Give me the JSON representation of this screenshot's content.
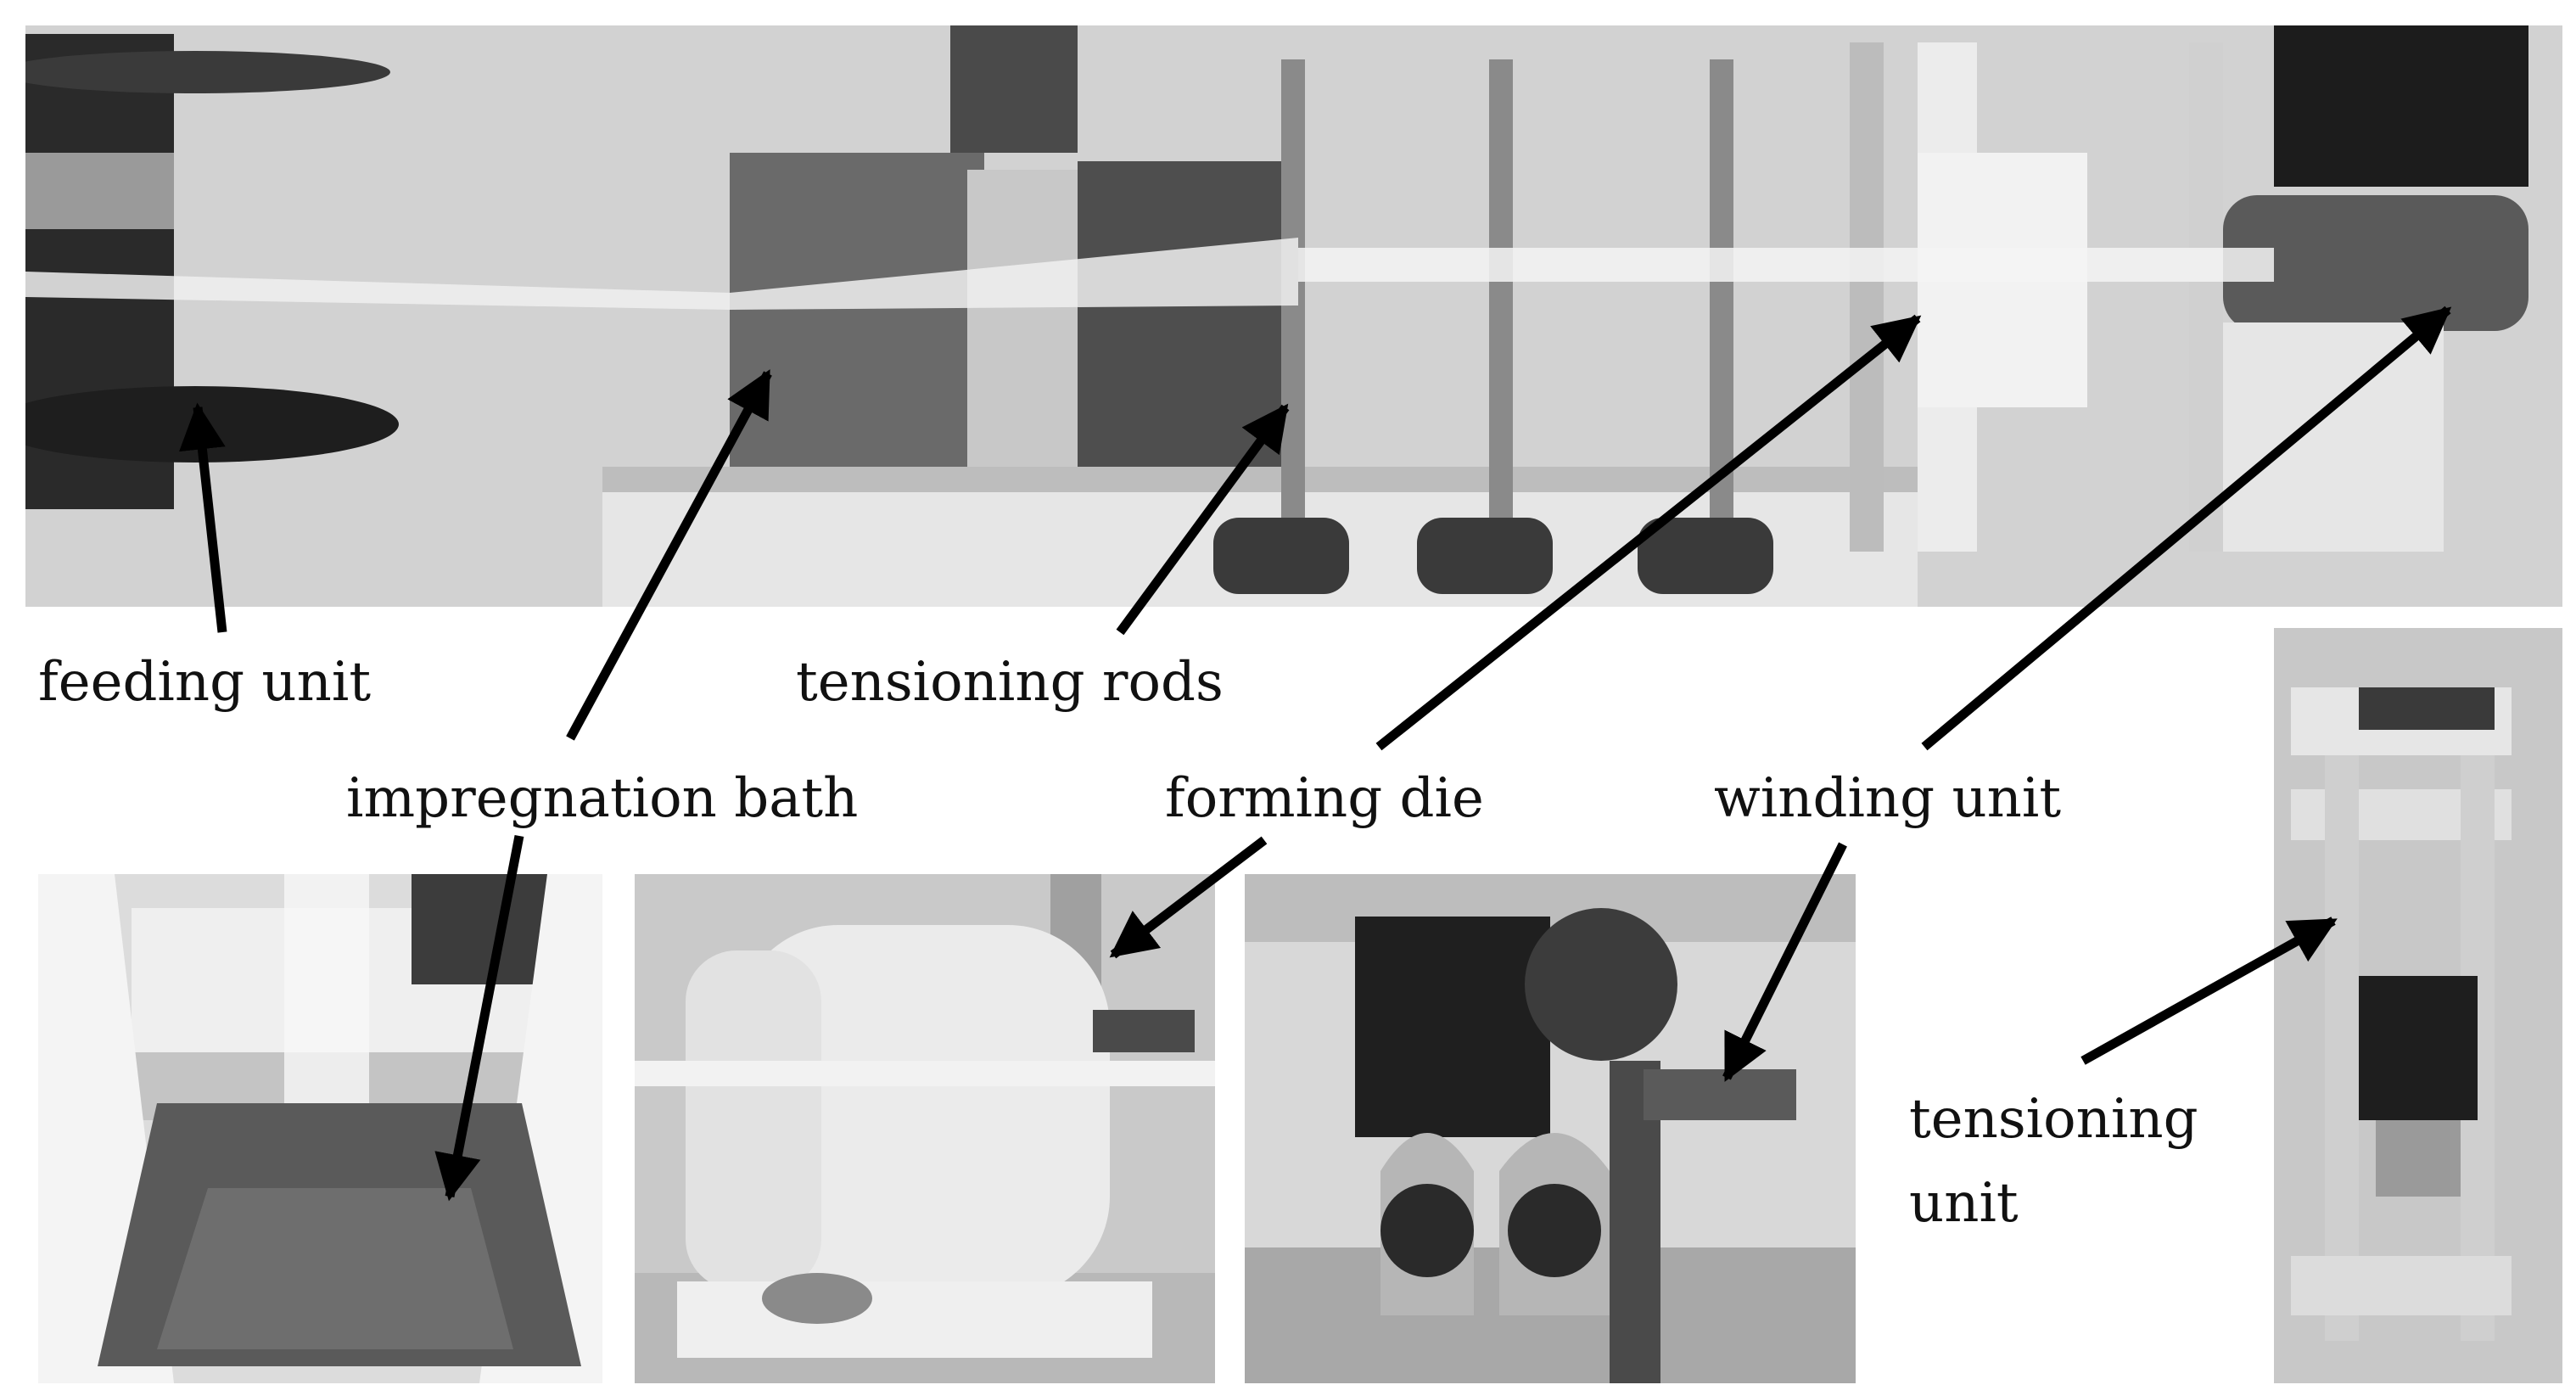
{
  "labels": {
    "feeding_unit": "feeding unit",
    "impregnation_bath": "impregnation bath",
    "tensioning_rods": "tensioning rods",
    "forming_die": "forming die",
    "winding_unit": "winding unit",
    "tensioning_unit_line1": "tensioning",
    "tensioning_unit_line2": "unit"
  },
  "colors": {
    "text": "#111111",
    "arrow": "#000000",
    "background": "#ffffff"
  }
}
